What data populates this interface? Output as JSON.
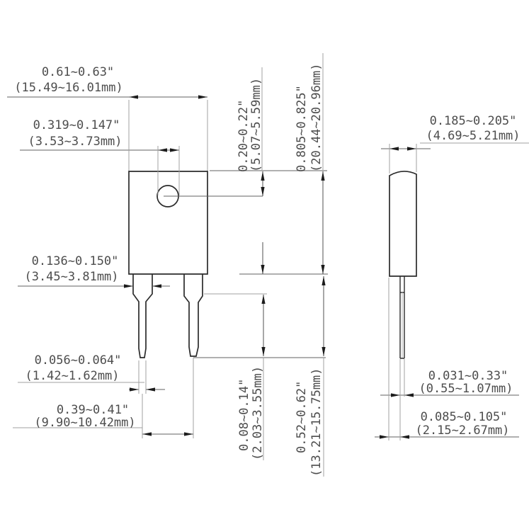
{
  "drawing": {
    "type": "package-outline-dimension-drawing",
    "front_view": {
      "body_width": {
        "inch": "0.61~0.63\"",
        "mm": "(15.49~16.01mm)"
      },
      "hole_diameter": {
        "inch": "0.319~0.147\"",
        "mm": "(3.53~3.73mm)"
      },
      "hole_center_offset": {
        "inch": "0.20~0.22\"",
        "mm": "(5.07~5.59mm)"
      },
      "body_height": {
        "inch": "0.805~0.825\"",
        "mm": "(20.44~20.96mm)"
      },
      "shoulder_width": {
        "inch": "0.136~0.150\"",
        "mm": "(3.45~3.81mm)"
      },
      "lead_width": {
        "inch": "0.056~0.064\"",
        "mm": "(1.42~1.62mm)"
      },
      "lead_pitch": {
        "inch": "0.39~0.41\"",
        "mm": "(9.90~10.42mm)"
      },
      "shoulder_length": {
        "inch": "0.08~0.14\"",
        "mm": "(2.03~3.55mm)"
      },
      "lead_length": {
        "inch": "0.52~0.62\"",
        "mm": "(13.21~15.75mm)"
      }
    },
    "side_view": {
      "body_thickness": {
        "inch": "0.185~0.205\"",
        "mm": "(4.69~5.21mm)"
      },
      "lead_thickness": {
        "inch": "0.031~0.33\"",
        "mm": "(0.55~1.07mm)"
      },
      "lead_offset": {
        "inch": "0.085~0.105\"",
        "mm": "(2.15~2.67mm)"
      }
    },
    "colors": {
      "outline": "#2b2b2b",
      "dimension_line": "#606060",
      "extension_line": "#a0a0a0",
      "text": "#4d4d4d",
      "background": "#ffffff"
    }
  }
}
